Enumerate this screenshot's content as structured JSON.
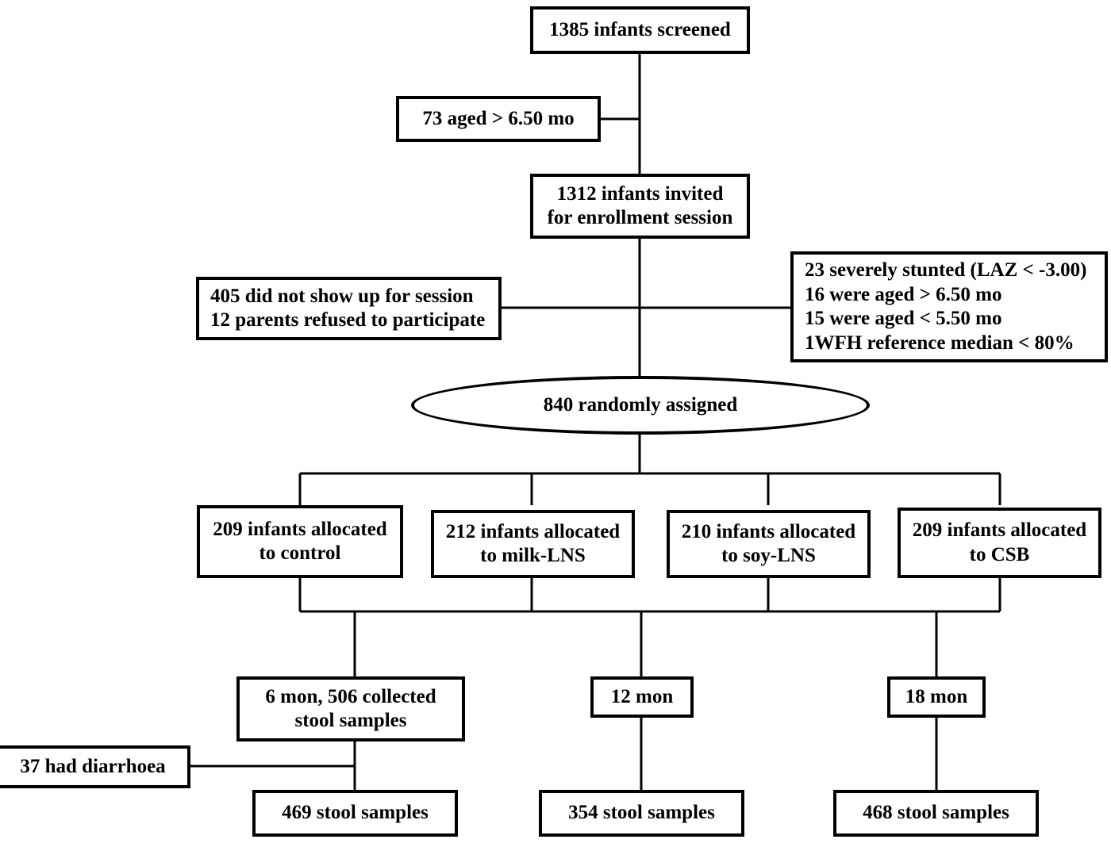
{
  "diagram": {
    "title": "Study participant flow diagram",
    "type": "flowchart",
    "stroke_color": "#000000",
    "background_color": "#ffffff",
    "nodes": [
      {
        "id": "screened",
        "shape": "rect",
        "text": "1385 infants screened"
      },
      {
        "id": "aged_exclusion",
        "shape": "rect",
        "text": "73 aged > 6.50 mo"
      },
      {
        "id": "invited",
        "shape": "rect",
        "text": "1312 infants invited\nfor enrollment session"
      },
      {
        "id": "no_show",
        "shape": "rect",
        "text": "405 did not show up for session\n12 parents refused to participate"
      },
      {
        "id": "excluded_right",
        "shape": "rect",
        "text": "23 severely stunted (LAZ < -3.00)\n16 were aged > 6.50 mo\n15 were aged < 5.50 mo\n1WFH reference median < 80%"
      },
      {
        "id": "randomized",
        "shape": "ellipse",
        "text": "840 randomly assigned"
      },
      {
        "id": "alloc_control",
        "shape": "rect",
        "text": "209 infants allocated\nto control"
      },
      {
        "id": "alloc_milk_lns",
        "shape": "rect",
        "text": "212 infants allocated\nto milk-LNS"
      },
      {
        "id": "alloc_soy_lns",
        "shape": "rect",
        "text": "210 infants allocated\nto soy-LNS"
      },
      {
        "id": "alloc_csb",
        "shape": "rect",
        "text": "209 infants allocated\nto CSB"
      },
      {
        "id": "month6",
        "shape": "rect",
        "text": "6 mon, 506 collected\nstool samples"
      },
      {
        "id": "month12",
        "shape": "rect",
        "text": "12 mon"
      },
      {
        "id": "month18",
        "shape": "rect",
        "text": "18 mon"
      },
      {
        "id": "diarrhoea",
        "shape": "rect",
        "text": "37 had diarrhoea"
      },
      {
        "id": "stool469",
        "shape": "rect",
        "text": "469 stool samples"
      },
      {
        "id": "stool354",
        "shape": "rect",
        "text": "354 stool samples"
      },
      {
        "id": "stool468",
        "shape": "rect",
        "text": "468 stool samples"
      }
    ]
  }
}
